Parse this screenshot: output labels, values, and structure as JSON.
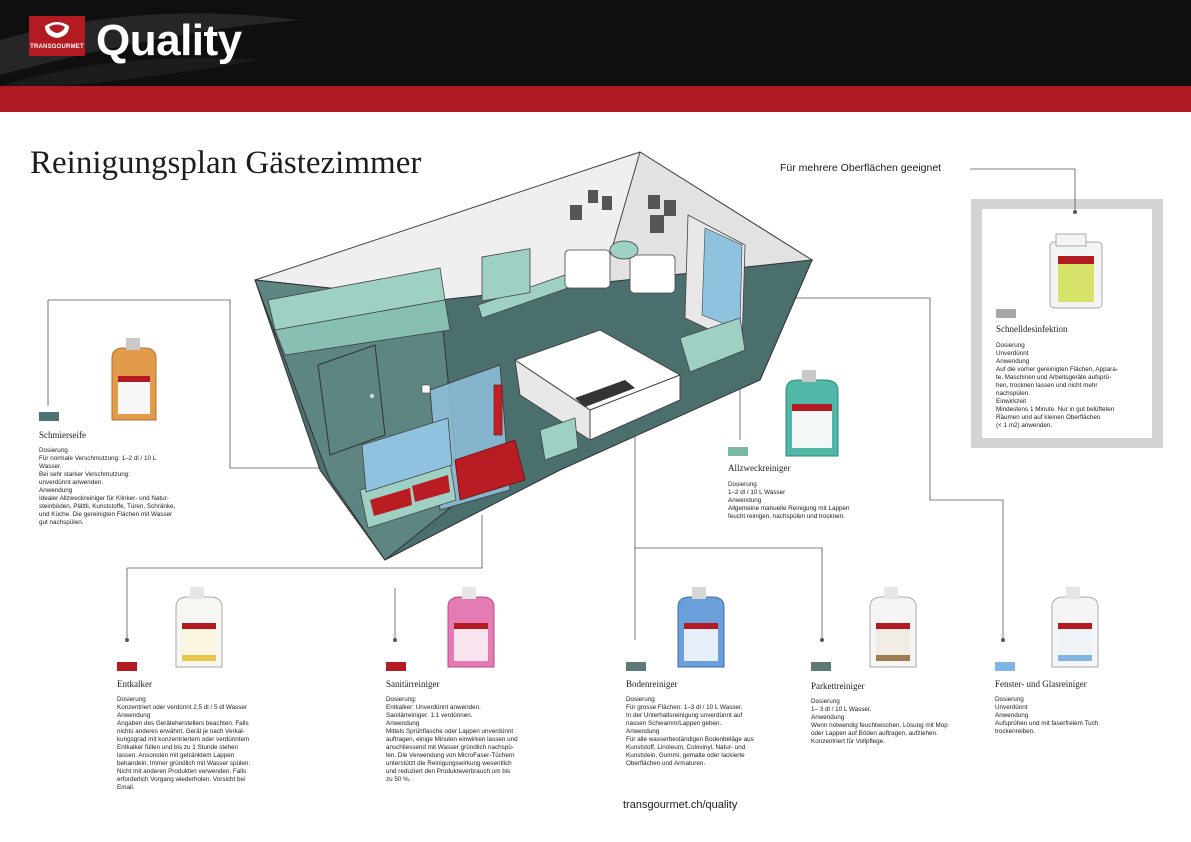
{
  "header": {
    "logo_text": "TRANSGOURMET",
    "brand": "Quality"
  },
  "page": {
    "title": "Reinigungsplan Gästezimmer",
    "surface_note": "Für mehrere Oberflächen geeignet",
    "footer_url": "transgourmet.ch/quality"
  },
  "colors": {
    "header_black": "#0f0f0f",
    "brand_red": "#ad1a21",
    "room_teal": "#4b6f6d",
    "furniture_mint": "#9fd0c4",
    "glass_blue": "#8fc2de",
    "sanitary_red": "#b91c22"
  },
  "products": {
    "schnelldesinfektion": {
      "name": "Schnelldesinfektion",
      "swatch": "#a6a6a6",
      "body": "Dosierung\nUnverdünnt\nAnwendung\nAuf die vorher gereinigten Flächen, Appara-\nte, Maschinen und Arbeitsgeräte aufsprü-\nhen, trocknen lassen und nicht mehr\nnachspülen.\nEinwirkzeit\nMindestens 1 Minute. Nur in gut belüfteten\nRäumen und auf kleinen Oberflächen\n(< 1 m2) anwenden."
    },
    "schmierseife": {
      "name": "Schmierseife",
      "swatch": "#4e7470",
      "body": "Dosierung\nFür normale Verschmutzung: 1–2 dl / 10 L\nWasser.\nBei sehr starker Verschmutzung:\nunverdünnt anwenden.\nAnwendung\nIdealer Allzweckreiniger für Klinker- und Natur-\nsteinböden, Plättli, Kunststoffe, Türen, Schränke,\nund Küche. Die gereinigten Flächen mit Wasser\ngut nachspülen."
    },
    "allzweckreiniger": {
      "name": "Allzweckreiniger",
      "swatch": "#7ab9a2",
      "body": "Dosierung\n1–2 dl / 10 L Wasser\nAnwendung\nAllgemeine manuelle Reinigung mit Lappen\nfeucht reinigen, nachspülen und trocknen."
    },
    "entkalker": {
      "name": "Entkalker",
      "swatch": "#b41a22",
      "body": "Dosierung\nKonzentriert oder verdünnt 2,5 dl / 5 dl Wasser\nAnwendung\nAngaben des Geräteherstellers beachten. Falls\nnichts anderes erwähnt, Gerät je nach Verkal-\nkungsgrad mit konzentriertem oder verdünntem\nEntkalker füllen und bis zu 1 Stunde stehen\nlassen. Ansonsten mit getränktem Lappen\nbehandeln. Immer gründlich mit Wasser spülen.\nNicht mit anderen Produkten verwenden. Falls\nerforderlich Vorgang wiederholen. Vorsicht bei\nEmail."
    },
    "sanitaerreiniger": {
      "name": "Sanitärreiniger",
      "swatch": "#b41a22",
      "body": "Dosierung:\nEntkalker: Unverdünnt anwenden.\nSanitärreiniger: 1:1 verdünnen.\nAnwendung\nMittels Sprühflasche oder Lappen unverdünnt\nauftragen, einige Minuten einwirken lassen und\nanschliessend mit Wasser gründlich nachspü-\nlen. Die Verwendung von MicroFaser-Tüchern\nunterstützt die Reinigungswirkung wesentlich\nund reduziert den Produkteverbrauch um bis\nzu 50 %."
    },
    "bodenreiniger": {
      "name": "Bodenreiniger",
      "swatch": "#5e7a78",
      "body": "Dosierung\nFür grosse Flächen: 1–3 dl / 10 L Wasser.\nIn der Unterhaltsreinigung unverdünnt auf\nnassen Schwamm/Lappen geben.\nAnwendung\nFür alle wasserbeständigen Bodenbeläge aus\nKunststoff, Linoleum, Colovinyl, Natur- und\nKunststein, Gummi, gemalte oder lackierte\nOberflächen und Armaturen."
    },
    "parkettreiniger": {
      "name": "Parkettreiniger",
      "swatch": "#5e7a78",
      "body": "Dosierung\n1– 3 dl / 10 L Wasser.\nAnwendung\nWenn notwendig feuchtwischen. Lösung mit Mop\noder Lappen auf Böden auftragen, aufziehen.\nKonzentriert für Vollpflege."
    },
    "glasreiniger": {
      "name": "Fenster- und Glasreiniger",
      "swatch": "#7fb6e3",
      "body": "Dosierung\nUnverdünnt\nAnwendung\nAufsprühen und mit faserfreiem Tuch\ntrockenreiben."
    }
  }
}
